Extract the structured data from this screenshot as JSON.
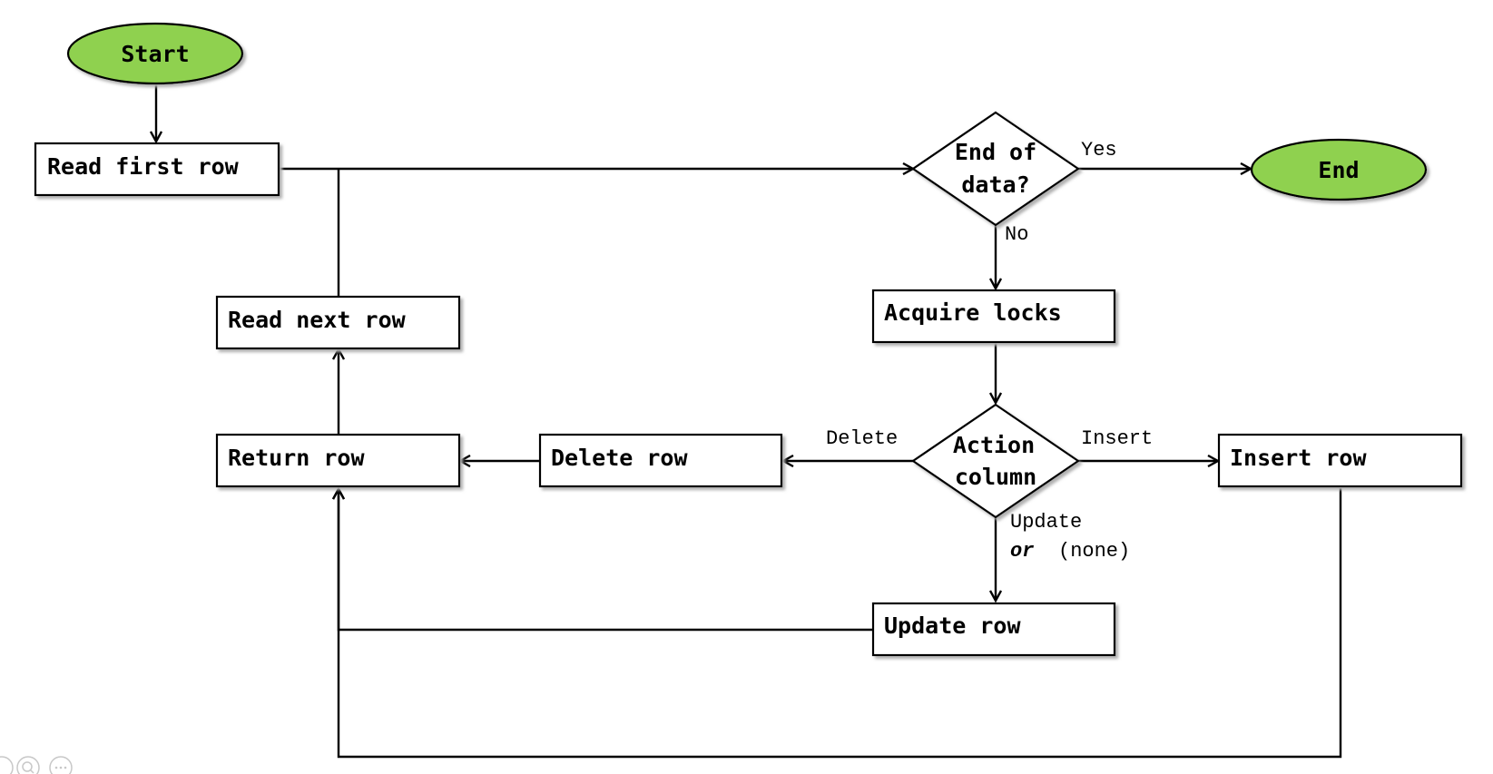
{
  "colors": {
    "terminal_fill": "#8fd14f",
    "box_fill": "#ffffff",
    "stroke": "#000000",
    "shadow": "#b0b0b0"
  },
  "nodes": {
    "start": "Start",
    "end": "End",
    "read_first_row": "Read first row",
    "end_of_data_line1": "End of",
    "end_of_data_line2": "data?",
    "acquire_locks": "Acquire locks",
    "read_next_row": "Read next row",
    "action_column_line1": "Action",
    "action_column_line2": "column",
    "return_row": "Return row",
    "delete_row": "Delete row",
    "insert_row": "Insert row",
    "update_row": "Update row"
  },
  "edge_labels": {
    "yes": "Yes",
    "no": "No",
    "delete": "Delete",
    "insert": "Insert",
    "update": "Update",
    "or": "or",
    "none": "(none)"
  },
  "viewer_icons": [
    "zoom-out-icon",
    "zoom-in-icon",
    "more-icon"
  ]
}
